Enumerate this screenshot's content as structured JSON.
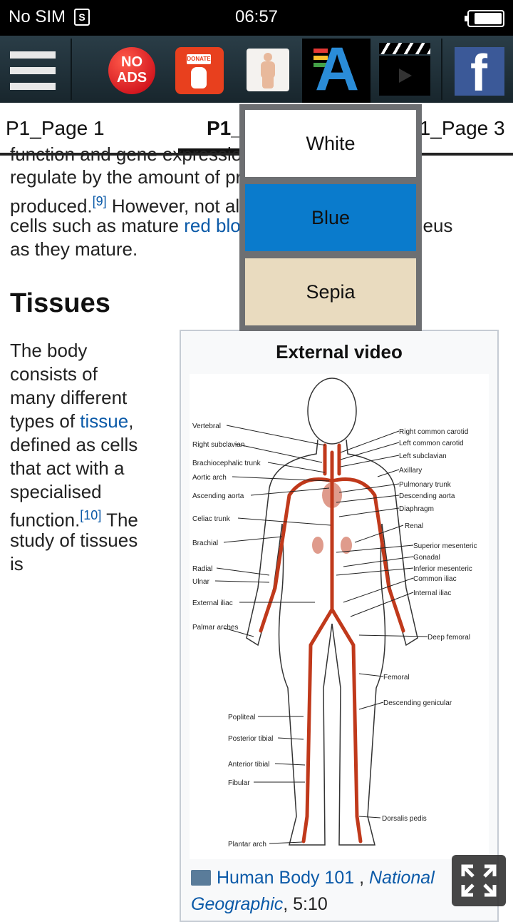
{
  "status_bar": {
    "carrier": "No SIM",
    "sim_icon": "S",
    "time": "06:57"
  },
  "toolbar": {
    "no_ads_line1": "NO",
    "no_ads_line2": "ADS",
    "donate_tag": "DONATE",
    "font_letter": "A",
    "facebook_letter": "f"
  },
  "tabs": [
    "P1_Page 1",
    "P1_Page 2",
    "P1_Page 3"
  ],
  "article": {
    "line_a": "function and gene expression, and",
    "line_b": "regulate by the amount of proteins",
    "line_c_pre": "produced.",
    "ref9": "[9]",
    "line_c_post": " However, not all",
    "line_d_pre": "cells such as mature ",
    "line_d_link": "red blood cells",
    "line_d_post": " lose their nucleus",
    "line_e": "as they mature.",
    "heading": "Tissues",
    "body_1": "The body",
    "body_2": "consists of",
    "body_3": "many different",
    "body_4_pre": "types of ",
    "body_4_link": "tissue",
    "body_4_post": ",",
    "body_5": "defined as cells",
    "body_6": "that act with a",
    "body_7": "specialised",
    "body_8_pre": "function.",
    "ref10": "[10]",
    "body_8_post": " The",
    "body_9": "study of tissues",
    "body_10": "is"
  },
  "video": {
    "title": "External video",
    "link": "Human Body 101",
    "sep": " , ",
    "source": "National Geographic",
    "duration": ", 5:10",
    "labels_left": [
      "Vertebral",
      "Right subclavian",
      "Brachiocephalic trunk",
      "Aortic arch",
      "Ascending aorta",
      "Celiac trunk",
      "Brachial",
      "Radial",
      "Ulnar",
      "External iliac",
      "Palmar arches",
      "Popliteal",
      "Posterior tibial",
      "Anterior tibial",
      "Fibular",
      "Plantar arch"
    ],
    "labels_right": [
      "Right common carotid",
      "Left common carotid",
      "Left subclavian",
      "Axillary",
      "Pulmonary trunk",
      "Descending aorta",
      "Diaphragm",
      "Renal",
      "Superior mesenteric",
      "Gonadal",
      "Inferior mesenteric",
      "Common iliac",
      "Internal iliac",
      "Deep femoral",
      "Femoral",
      "Descending genicular",
      "Dorsalis pedis"
    ]
  },
  "theme_menu": {
    "options": [
      {
        "label": "White",
        "color": "#ffffff"
      },
      {
        "label": "Blue",
        "color": "#0a7bcc"
      },
      {
        "label": "Sepia",
        "color": "#e9dbbf"
      }
    ]
  }
}
